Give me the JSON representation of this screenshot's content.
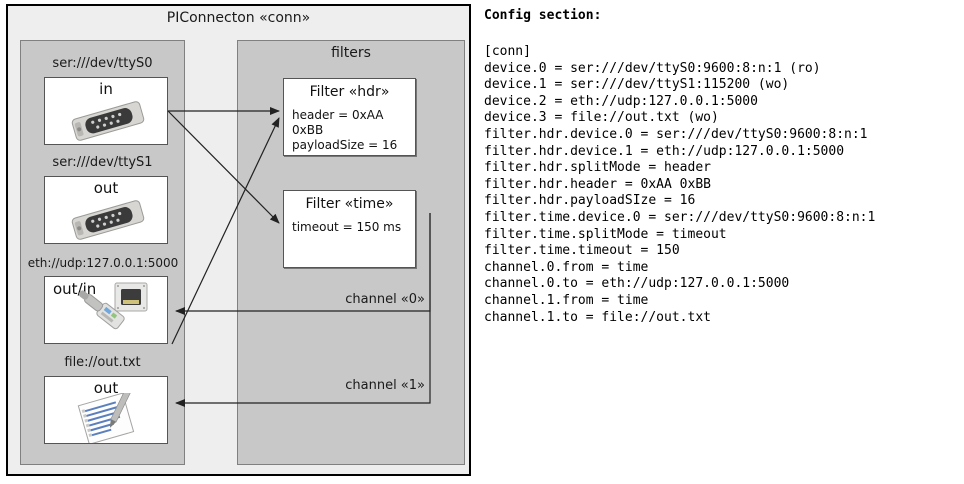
{
  "diagram": {
    "title": "PIConnecton «conn»",
    "devices_group": {
      "name": "devices-group"
    },
    "filters_group": {
      "title": "filters"
    },
    "devices": [
      {
        "uri": "ser:///dev/ttyS0",
        "io": "in",
        "icon": "serial-port-icon"
      },
      {
        "uri": "ser:///dev/ttyS1",
        "io": "out",
        "icon": "serial-port-icon"
      },
      {
        "uri": "eth://udp:127.0.0.1:5000",
        "io": "out/in",
        "icon": "ethernet-jack-icon"
      },
      {
        "uri": "file://out.txt",
        "io": "out",
        "icon": "text-file-icon"
      }
    ],
    "filters": [
      {
        "title": "Filter «hdr»",
        "props": [
          "header = 0xAA 0xBB",
          "payloadSize = 16"
        ]
      },
      {
        "title": "Filter «time»",
        "props": [
          "timeout = 150 ms"
        ]
      }
    ],
    "channels": [
      {
        "label": "channel «0»"
      },
      {
        "label": "channel «1»"
      }
    ]
  },
  "config": {
    "heading": "Config section:",
    "lines": [
      "[conn]",
      "device.0 = ser:///dev/ttyS0:9600:8:n:1 (ro)",
      "device.1 = ser:///dev/ttyS1:115200 (wo)",
      "device.2 = eth://udp:127.0.0.1:5000",
      "device.3 = file://out.txt (wo)",
      "filter.hdr.device.0 = ser:///dev/ttyS0:9600:8:n:1",
      "filter.hdr.device.1 = eth://udp:127.0.0.1:5000",
      "filter.hdr.splitMode = header",
      "filter.hdr.header = 0xAA 0xBB",
      "filter.hdr.payloadSIze = 16",
      "filter.time.device.0 = ser:///dev/ttyS0:9600:8:n:1",
      "filter.time.splitMode = timeout",
      "filter.time.timeout = 150",
      "channel.0.from = time",
      "channel.0.to = eth://udp:127.0.0.1:5000",
      "channel.1.from = time",
      "channel.1.to = file://out.txt"
    ]
  },
  "colors": {
    "frame_background": "#eeeeee",
    "group_background": "#c8c8c8",
    "card_background": "#ffffff",
    "border": "#000000",
    "connector": "#222222"
  }
}
